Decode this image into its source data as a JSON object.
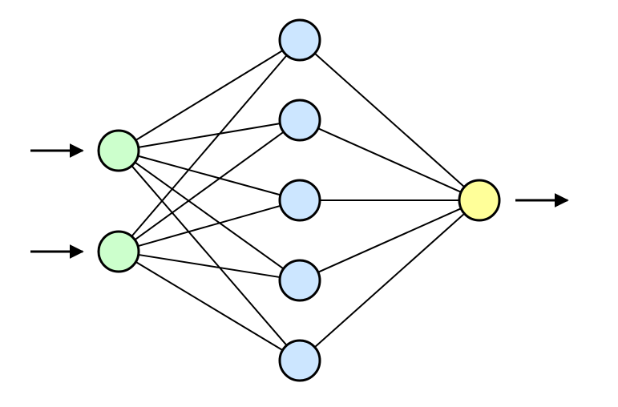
{
  "diagram": {
    "type": "feedforward-neural-network",
    "layers": [
      {
        "name": "input",
        "node_count": 2,
        "fill": "#ccffcc"
      },
      {
        "name": "hidden",
        "node_count": 5,
        "fill": "#cce6ff"
      },
      {
        "name": "output",
        "node_count": 1,
        "fill": "#ffff99"
      }
    ],
    "connectivity": "fully-connected",
    "stroke_color": "#000000",
    "input_arrows": 2,
    "output_arrows": 1
  }
}
